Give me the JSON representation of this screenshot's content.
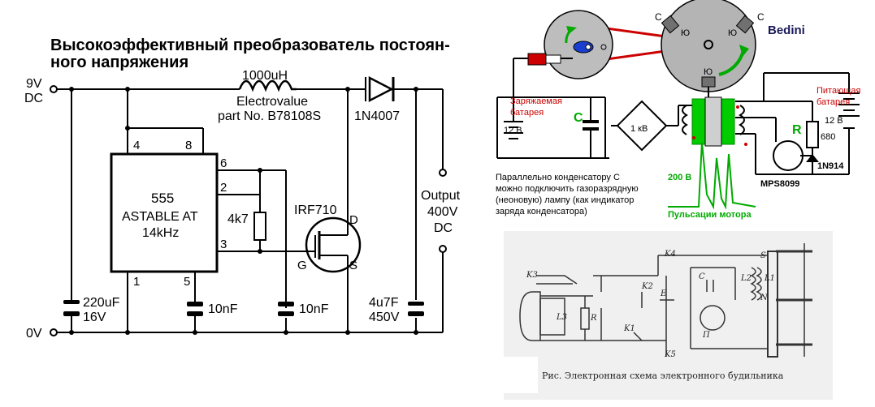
{
  "left_circuit": {
    "title_line1": "Высокоэффективный преобразователь постоян-",
    "title_line2": "ного напряжения",
    "input_plus": "9V",
    "input_dc": "DC",
    "ground": "0V",
    "inductor_value": "1000uH",
    "inductor_brand": "Electrovalue",
    "inductor_part": "part  No.  B78108S",
    "diode": "1N4007",
    "ic_name": "555",
    "ic_mode": "ASTABLE  AT",
    "ic_freq": "14kHz",
    "pin4": "4",
    "pin8": "8",
    "pin6": "6",
    "pin2": "2",
    "pin3": "3",
    "pin1": "1",
    "pin5": "5",
    "resistor": "4k7",
    "mosfet": "IRF710",
    "mos_d": "D",
    "mos_g": "G",
    "mos_s": "S",
    "cap1_value": "220uF",
    "cap1_voltage": "16V",
    "cap2": "10nF",
    "cap3": "10nF",
    "cap4_value": "4u7F",
    "cap4_voltage": "450V",
    "output_label": "Output",
    "output_voltage": "400V",
    "output_dc": "DC"
  },
  "bedini": {
    "title": "Bedini",
    "charge_battery_line1": "Заряжаемая",
    "charge_battery_line2": "батарея",
    "charge_battery_voltage": "12 В",
    "supply_battery_line1": "Питающая",
    "supply_battery_line2": "батарея",
    "supply_battery_voltage": "12 В",
    "capacitor_label": "C",
    "bridge_label": "1 кВ",
    "r_label": "R",
    "r_value": "680",
    "diode_label": "1N914",
    "transistor_label": "MPS8099",
    "pole_s1": "С",
    "pole_n1": "Ю",
    "pole_n2": "Ю",
    "pole_s2": "С",
    "pole_n3": "Ю",
    "note_line1": "Параллельно конденсатору С",
    "note_line2": "можно подключить газоразрядную",
    "note_line3": "(неоновую) лампу (как индикатор",
    "note_line4": "заряда конденсатора)",
    "pulse_voltage": "200 В",
    "pulse_label": "Пульсации мотора",
    "colors": {
      "red": "#cc0000",
      "green": "#00aa00",
      "rotor": "#b4b4b4",
      "coil_green": "#00cc00"
    }
  },
  "alarm": {
    "caption": "Рис. Электронная схема электронного будильника",
    "k3": "K3",
    "k2": "K2",
    "k4": "K4",
    "k1": "K1",
    "k5": "K5",
    "e": "E",
    "c": "C",
    "l1": "L1",
    "l2": "L2",
    "l3": "L3",
    "r": "R",
    "t": "П",
    "s": "S",
    "n": "N"
  }
}
